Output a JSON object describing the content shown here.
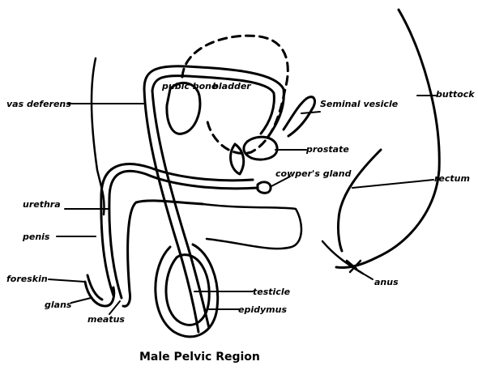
{
  "title": "Male Pelvic Region",
  "labels": {
    "vas_deferens": "vas deferens",
    "pubic_bone": "pubic bone",
    "bladder": "bladder",
    "seminal_vesicle": "Seminal vesicle",
    "prostate": "prostate",
    "cowpers_gland": "cowper's gland",
    "buttock": "buttock",
    "rectum": "rectum",
    "urethra": "urethra",
    "penis": "penis",
    "foreskin": "foreskin",
    "glans": "glans",
    "meatus": "meatus",
    "testicle": "testicle",
    "epidymus": "epidymus",
    "anus": "anus"
  },
  "colors": {
    "ink": "#000000",
    "paper": "#ffffff"
  }
}
